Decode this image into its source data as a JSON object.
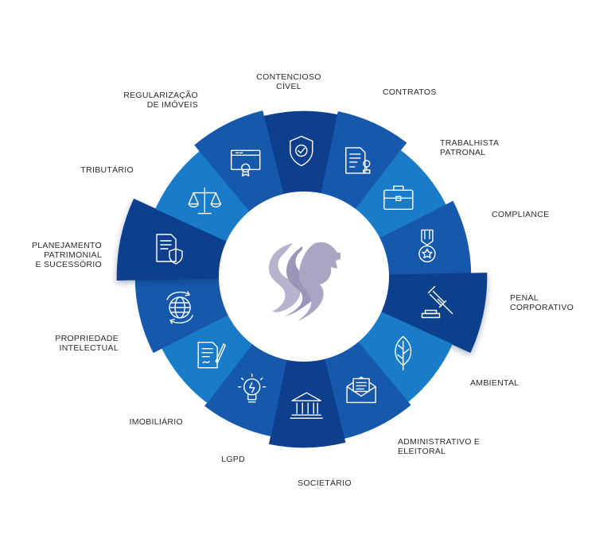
{
  "segments": [
    {
      "label_lines": [
        "CONTENCIOSO",
        "CÍVEL"
      ],
      "icon": "shield-icon",
      "color": "#0d3f8c"
    },
    {
      "label_lines": [
        "CONTRATOS"
      ],
      "icon": "contract-stamp-icon",
      "color": "#1659ac"
    },
    {
      "label_lines": [
        "TRABALHISTA",
        "PATRONAL"
      ],
      "icon": "briefcase-icon",
      "color": "#1a7cc8"
    },
    {
      "label_lines": [
        "COMPLIANCE"
      ],
      "icon": "medal-icon",
      "color": "#1659ac"
    },
    {
      "label_lines": [
        "PENAL",
        "CORPORATIVO"
      ],
      "icon": "gavel-icon",
      "color": "#0d3f8c"
    },
    {
      "label_lines": [
        "AMBIENTAL"
      ],
      "icon": "leaf-icon",
      "color": "#1a7cc8"
    },
    {
      "label_lines": [
        "ADMINISTRATIVO E",
        "ELEITORAL"
      ],
      "icon": "envelope-icon",
      "color": "#1659ac"
    },
    {
      "label_lines": [
        "SOCIETÁRIO"
      ],
      "icon": "bank-building-icon",
      "color": "#0d3f8c"
    },
    {
      "label_lines": [
        "LGPD"
      ],
      "icon": "lightbulb-icon",
      "color": "#1659ac"
    },
    {
      "label_lines": [
        "IMOBILIÁRIO"
      ],
      "icon": "document-pen-icon",
      "color": "#1a7cc8"
    },
    {
      "label_lines": [
        "PROPRIEDADE",
        "INTELECTUAL"
      ],
      "icon": "globe-arrows-icon",
      "color": "#1659ac"
    },
    {
      "label_lines": [
        "PLANEJAMENTO",
        "PATRIMONIAL",
        "E SUCESSÓRIO"
      ],
      "icon": "document-shield-icon",
      "color": "#0d3f8c"
    },
    {
      "label_lines": [
        "TRIBUTÁRIO"
      ],
      "icon": "scales-icon",
      "color": "#1a7cc8"
    },
    {
      "label_lines": [
        "REGULARIZAÇÃO",
        "DE IMÓVEIS"
      ],
      "icon": "certificate-icon",
      "color": "#1659ac"
    }
  ],
  "center": {
    "logo": "lion-s-logo-icon",
    "logo_color": "#a9a6c4"
  }
}
